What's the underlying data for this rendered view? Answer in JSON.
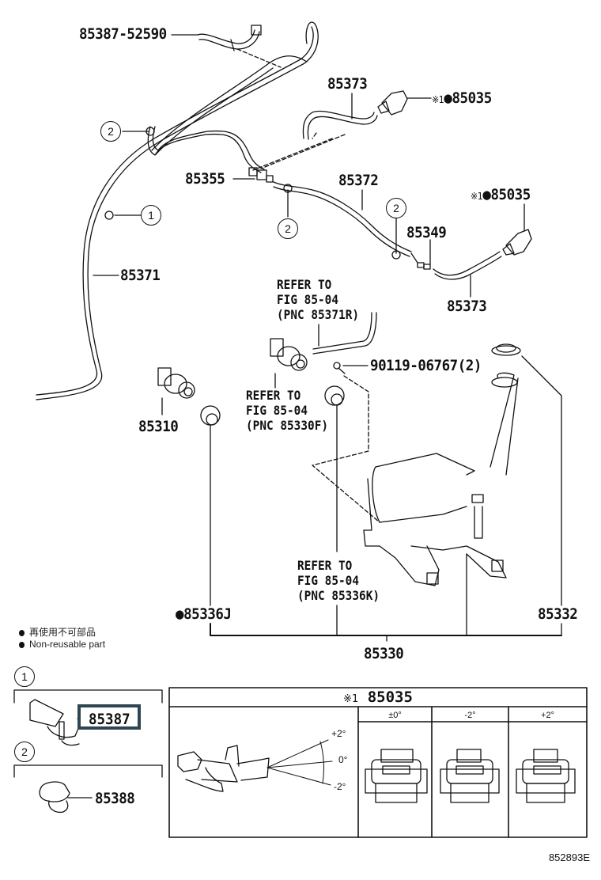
{
  "figure_id": "852893E",
  "parts": {
    "p85387_52590": "85387-52590",
    "p85373_top": "85373",
    "p85035_top": "85035",
    "p85355": "85355",
    "p85372": "85372",
    "p85035_right": "85035",
    "p85349": "85349",
    "p85371": "85371",
    "p85373_right": "85373",
    "p90119": "90119-06767(2)",
    "p85310": "85310",
    "p85336J": "85336J",
    "p85332": "85332",
    "p85330": "85330"
  },
  "markers": {
    "note_mark": "※1",
    "nonreusable_mark": "●"
  },
  "clip_callouts": {
    "one": "1",
    "two": "2"
  },
  "refer_notes": [
    {
      "line1": "REFER TO",
      "line2": "FIG 85-04",
      "line3": "(PNC 85371R)"
    },
    {
      "line1": "REFER TO",
      "line2": "FIG 85-04",
      "line3": "(PNC 85330F)"
    },
    {
      "line1": "REFER TO",
      "line2": "FIG 85-04",
      "line3": "(PNC 85336K)"
    }
  ],
  "legend": {
    "japanese": "再使用不可部品",
    "english": "Non-reusable part"
  },
  "inset_clips": {
    "clip1_label": "1",
    "clip1_part": "85387",
    "clip2_label": "2",
    "clip2_part": "85388"
  },
  "nozzle_table": {
    "title_mark": "※1",
    "title_part": "85035",
    "columns": [
      "±0°",
      "-2°",
      "+2°"
    ],
    "angle_labels": {
      "plus": "+2°",
      "zero": "0°",
      "minus": "-2°"
    }
  }
}
